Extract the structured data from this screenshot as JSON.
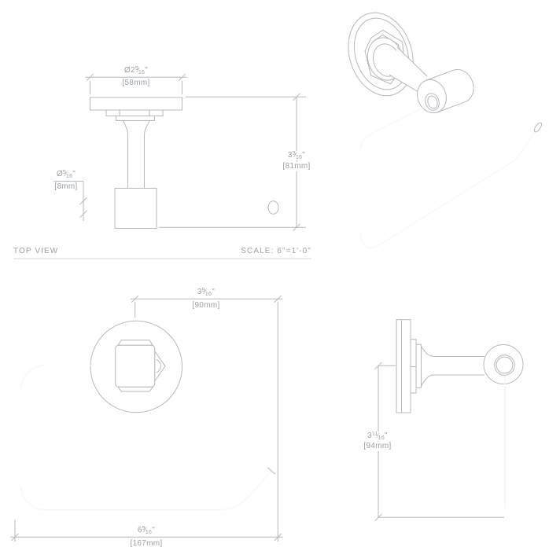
{
  "colors": {
    "background": "#ffffff",
    "line": "#b4b9be",
    "text": "#9aa1a8",
    "divider": "#d6d9dc"
  },
  "misc": {
    "frac_sep": "⁄"
  },
  "top_view": {
    "label": "TOP VIEW",
    "scale_label": "SCALE: 6\"=1'-0\"",
    "dims": {
      "plate_diameter": {
        "prefix": "Ø2",
        "num": "5",
        "den": "16",
        "suffix": "\"",
        "metric": "[58mm]"
      },
      "bar_diameter": {
        "prefix": "Ø",
        "num": "5",
        "den": "16",
        "suffix": "\"",
        "metric": "[8mm]"
      },
      "depth": {
        "prefix": "3",
        "num": "3",
        "den": "16",
        "suffix": "\"",
        "metric": "[81mm]"
      }
    }
  },
  "front_view": {
    "dims": {
      "projection": {
        "prefix": "3",
        "num": "9",
        "den": "16",
        "suffix": "\"",
        "metric": "[90mm]"
      },
      "width": {
        "prefix": "6",
        "num": "9",
        "den": "16",
        "suffix": "\"",
        "metric": "[167mm]"
      }
    }
  },
  "side_view": {
    "dims": {
      "height": {
        "prefix": "3",
        "num": "11",
        "den": "16",
        "suffix": "\"",
        "metric": "[94mm]"
      }
    }
  }
}
